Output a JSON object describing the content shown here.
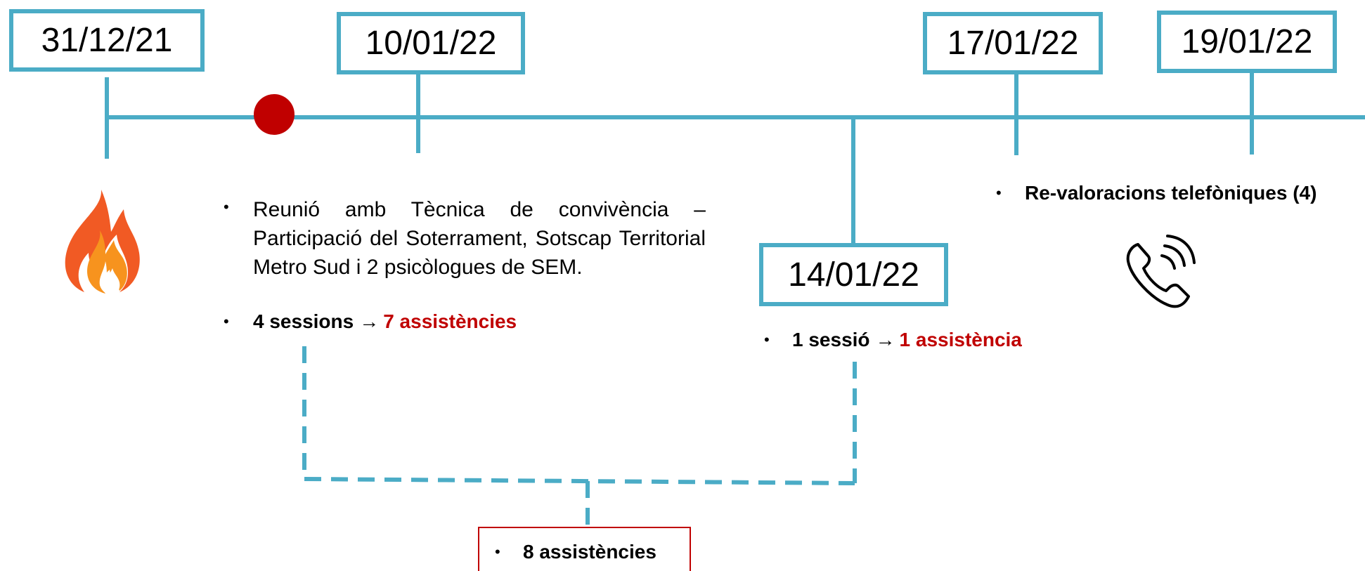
{
  "colors": {
    "timeline": "#4BACC6",
    "highlight_red": "#C00000",
    "event_dot": "#C00000",
    "text": "#000000"
  },
  "dates": {
    "d1": "31/12/21",
    "d2": "10/01/22",
    "d3": "14/01/22",
    "d4": "17/01/22",
    "d5": "19/01/22"
  },
  "icons": {
    "fire": "fire-icon",
    "phone": "phone-ringing-icon",
    "event_marker": "red-dot-marker"
  },
  "meeting": {
    "bullet": "•",
    "text": "Reunió amb Tècnica de convivència – Participació del Soterrament, Sotscap Territorial Metro Sud i 2 psicòlogues de SEM."
  },
  "sessions_0110": {
    "bullet": "•",
    "sessions": "4 sessions",
    "arrow": "→",
    "attendance": "7 assistències"
  },
  "sessions_0114": {
    "bullet": "•",
    "sessions": "1 sessió",
    "arrow": "→",
    "attendance": "1 assistència"
  },
  "revaluations": {
    "bullet": "•",
    "text": "Re-valoracions telefòniques (4)"
  },
  "total": {
    "bullet": "•",
    "text": "8 assistències"
  }
}
